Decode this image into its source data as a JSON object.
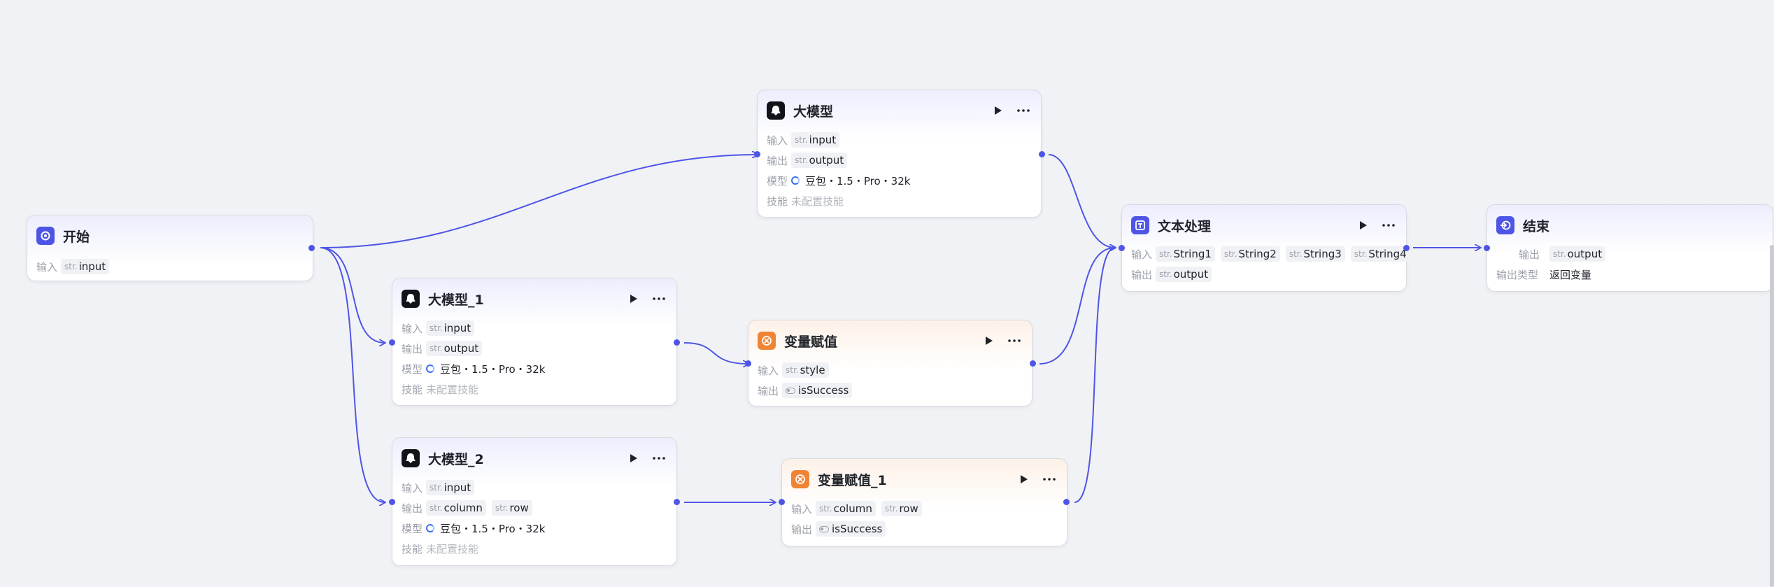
{
  "colors": {
    "background": "#f1f2f5",
    "edge": "#4e55e6",
    "port": "#4e55e6",
    "llm_icon": "#111318",
    "text_icon": "#4e55e6",
    "assign_icon": "#ee8434"
  },
  "labels": {
    "input": "输入",
    "output": "输出",
    "model": "模型",
    "skills": "技能",
    "output_type": "输出类型"
  },
  "type_prefix": "str.",
  "nodes": {
    "start": {
      "title": "开始",
      "icon": "start-icon",
      "inputs": [
        "input"
      ]
    },
    "llm": {
      "title": "大模型",
      "icon": "llm-icon",
      "inputs": [
        "input"
      ],
      "outputs": [
        "output"
      ],
      "model": "豆包・1.5・Pro・32k",
      "skills": "未配置技能"
    },
    "llm_1": {
      "title": "大模型_1",
      "icon": "llm-icon",
      "inputs": [
        "input"
      ],
      "outputs": [
        "output"
      ],
      "model": "豆包・1.5・Pro・32k",
      "skills": "未配置技能"
    },
    "llm_2": {
      "title": "大模型_2",
      "icon": "llm-icon",
      "inputs": [
        "input"
      ],
      "outputs": [
        "column",
        "row"
      ],
      "model": "豆包・1.5・Pro・32k",
      "skills": "未配置技能"
    },
    "assign": {
      "title": "变量赋值",
      "icon": "variable-assign-icon",
      "inputs": [
        "style"
      ],
      "outputs": [
        "isSuccess"
      ]
    },
    "assign_1": {
      "title": "变量赋值_1",
      "icon": "variable-assign-icon",
      "inputs": [
        "column",
        "row"
      ],
      "outputs": [
        "isSuccess"
      ]
    },
    "text": {
      "title": "文本处理",
      "icon": "text-process-icon",
      "inputs": [
        "String1",
        "String2",
        "String3",
        "String4"
      ],
      "outputs": [
        "output"
      ]
    },
    "end": {
      "title": "结束",
      "icon": "end-icon",
      "outputs": [
        "output"
      ],
      "output_type": "返回变量"
    }
  }
}
